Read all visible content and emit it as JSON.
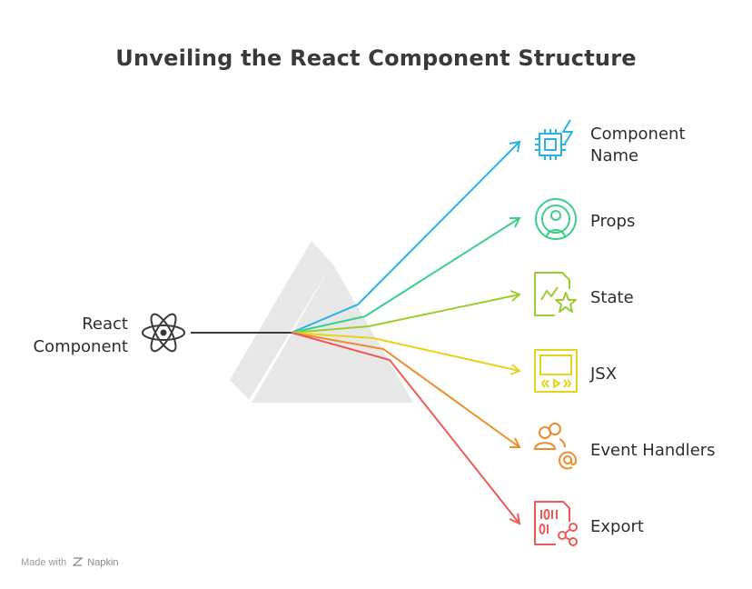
{
  "title": "Unveiling the React Component Structure",
  "source": {
    "label_line1": "React",
    "label_line2": "Component",
    "icon": "atom-icon"
  },
  "branches": [
    {
      "id": "component-name",
      "line1": "Component",
      "line2": "Name",
      "icon": "chip-bolt-icon",
      "color": "#27b3e6"
    },
    {
      "id": "props",
      "line1": "Props",
      "line2": "",
      "icon": "user-broadcast-icon",
      "color": "#3ccf8e"
    },
    {
      "id": "state",
      "line1": "State",
      "line2": "",
      "icon": "chart-star-icon",
      "color": "#9ccc2e"
    },
    {
      "id": "jsx",
      "line1": "JSX",
      "line2": "",
      "icon": "player-window-icon",
      "color": "#e6d41c"
    },
    {
      "id": "event-handlers",
      "line1": "Event Handlers",
      "line2": "",
      "icon": "users-at-icon",
      "color": "#ef8c2c"
    },
    {
      "id": "export",
      "line1": "Export",
      "line2": "",
      "icon": "binary-share-icon",
      "color": "#ec5a57"
    }
  ],
  "footer": {
    "made_with": "Made with",
    "brand": "Napkin"
  }
}
